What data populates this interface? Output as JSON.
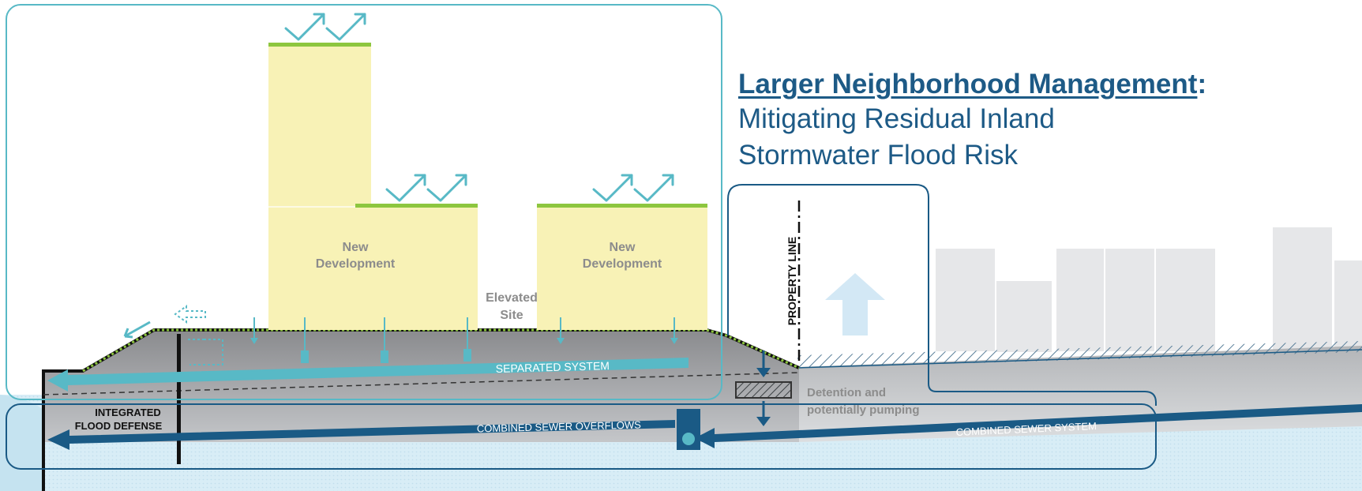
{
  "heading": {
    "title": "Larger Neighborhood Management",
    "colon": ":",
    "subtitle_line1": "Mitigating Residual Inland",
    "subtitle_line2": "Stormwater Flood Risk"
  },
  "labels": {
    "new_development_left_1": "New",
    "new_development_left_2": "Development",
    "new_development_right_1": "New",
    "new_development_right_2": "Development",
    "elevated_site_1": "Elevated",
    "elevated_site_2": "Site",
    "separated_system": "SEPARATED SYSTEM",
    "integrated_flood_defense_1": "INTEGRATED",
    "integrated_flood_defense_2": "FLOOD DEFENSE",
    "combined_sewer_overflows": "COMBINED SEWER OVERFLOWS",
    "combined_sewer_system": "COMBINED SEWER SYSTEM",
    "detention_1": "Detention and",
    "detention_2": "potentially pumping",
    "property_line": "PROPERTY LINE"
  },
  "colors": {
    "heading": "#1d5a86",
    "building_fill": "#f8f2b6",
    "green_roof": "#8dc63f",
    "teal": "#58b9c6",
    "navy": "#1a5a85",
    "ground": "#8a8b8e",
    "water": "#d4ebf5",
    "background_buildings": "#e6e7e9",
    "label_gray": "#8c8c8c"
  }
}
